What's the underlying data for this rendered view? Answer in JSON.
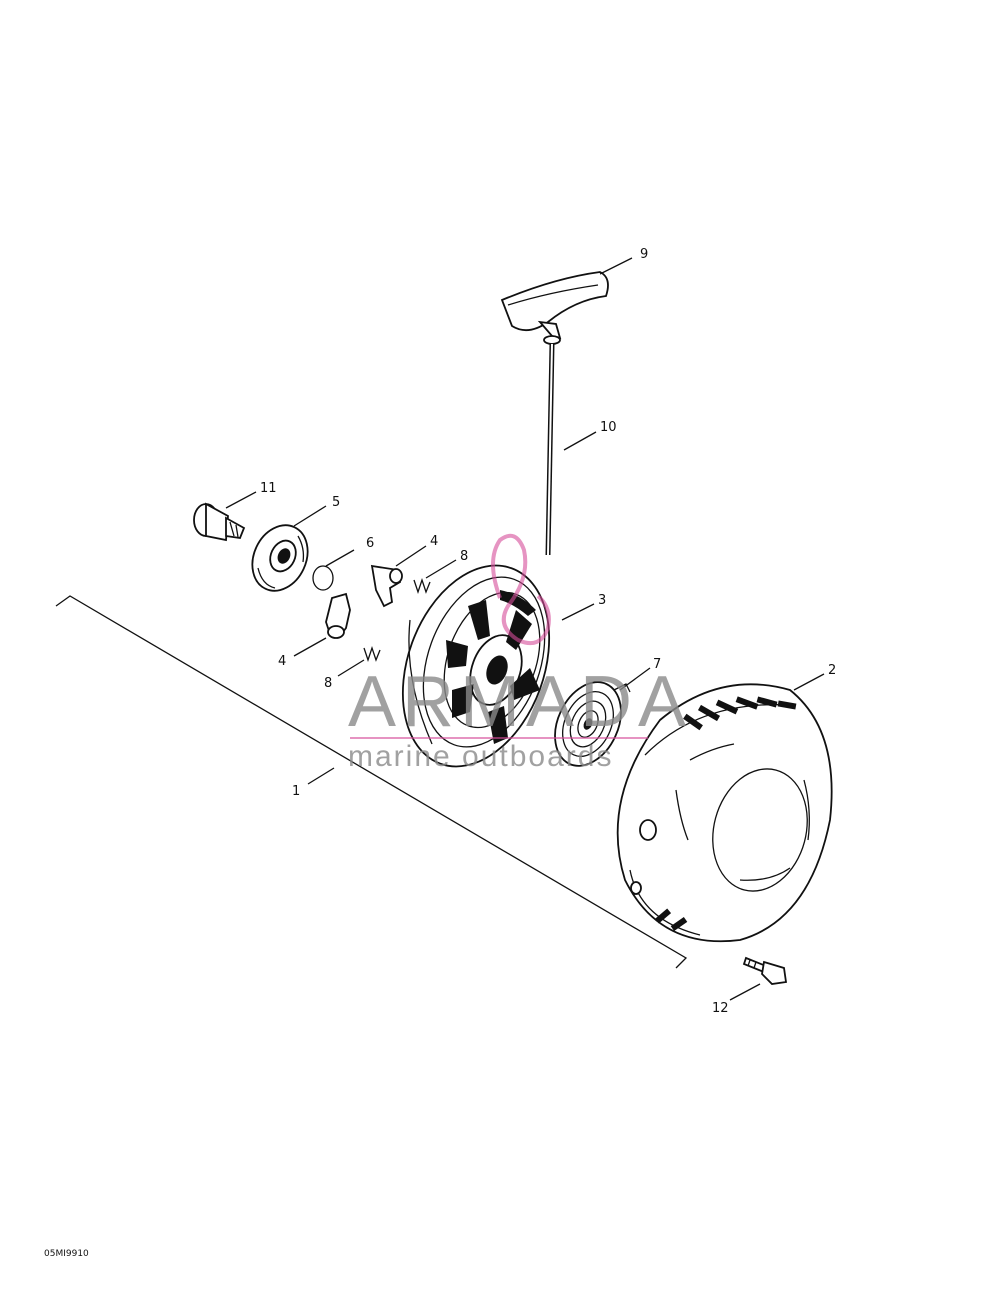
{
  "callouts": [
    {
      "id": "c9",
      "label": "9"
    },
    {
      "id": "c10",
      "label": "10"
    },
    {
      "id": "c11",
      "label": "11"
    },
    {
      "id": "c5",
      "label": "5"
    },
    {
      "id": "c6",
      "label": "6"
    },
    {
      "id": "c4a",
      "label": "4"
    },
    {
      "id": "c8a",
      "label": "8"
    },
    {
      "id": "c3",
      "label": "3"
    },
    {
      "id": "c4b",
      "label": "4"
    },
    {
      "id": "c8b",
      "label": "8"
    },
    {
      "id": "c7",
      "label": "7"
    },
    {
      "id": "c2",
      "label": "2"
    },
    {
      "id": "c1",
      "label": "1"
    },
    {
      "id": "c12",
      "label": "12"
    }
  ],
  "drawing_code": "05MI9910",
  "watermark": {
    "brand": "ARMADA",
    "tagline": "marine outboards",
    "color": "#d64c9a"
  }
}
